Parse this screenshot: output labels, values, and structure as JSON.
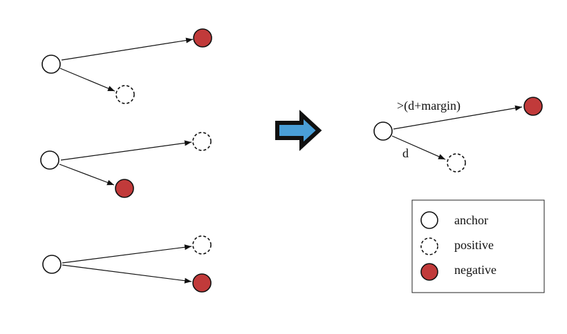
{
  "labels": {
    "far_edge": ">(d+margin)",
    "near_edge": "d"
  },
  "legend": {
    "anchor": "anchor",
    "positive": "positive",
    "negative": "negative"
  },
  "colors": {
    "negative_fill": "#c13a3a",
    "arrow_fill": "#4a9fd8",
    "outline": "#111111"
  }
}
